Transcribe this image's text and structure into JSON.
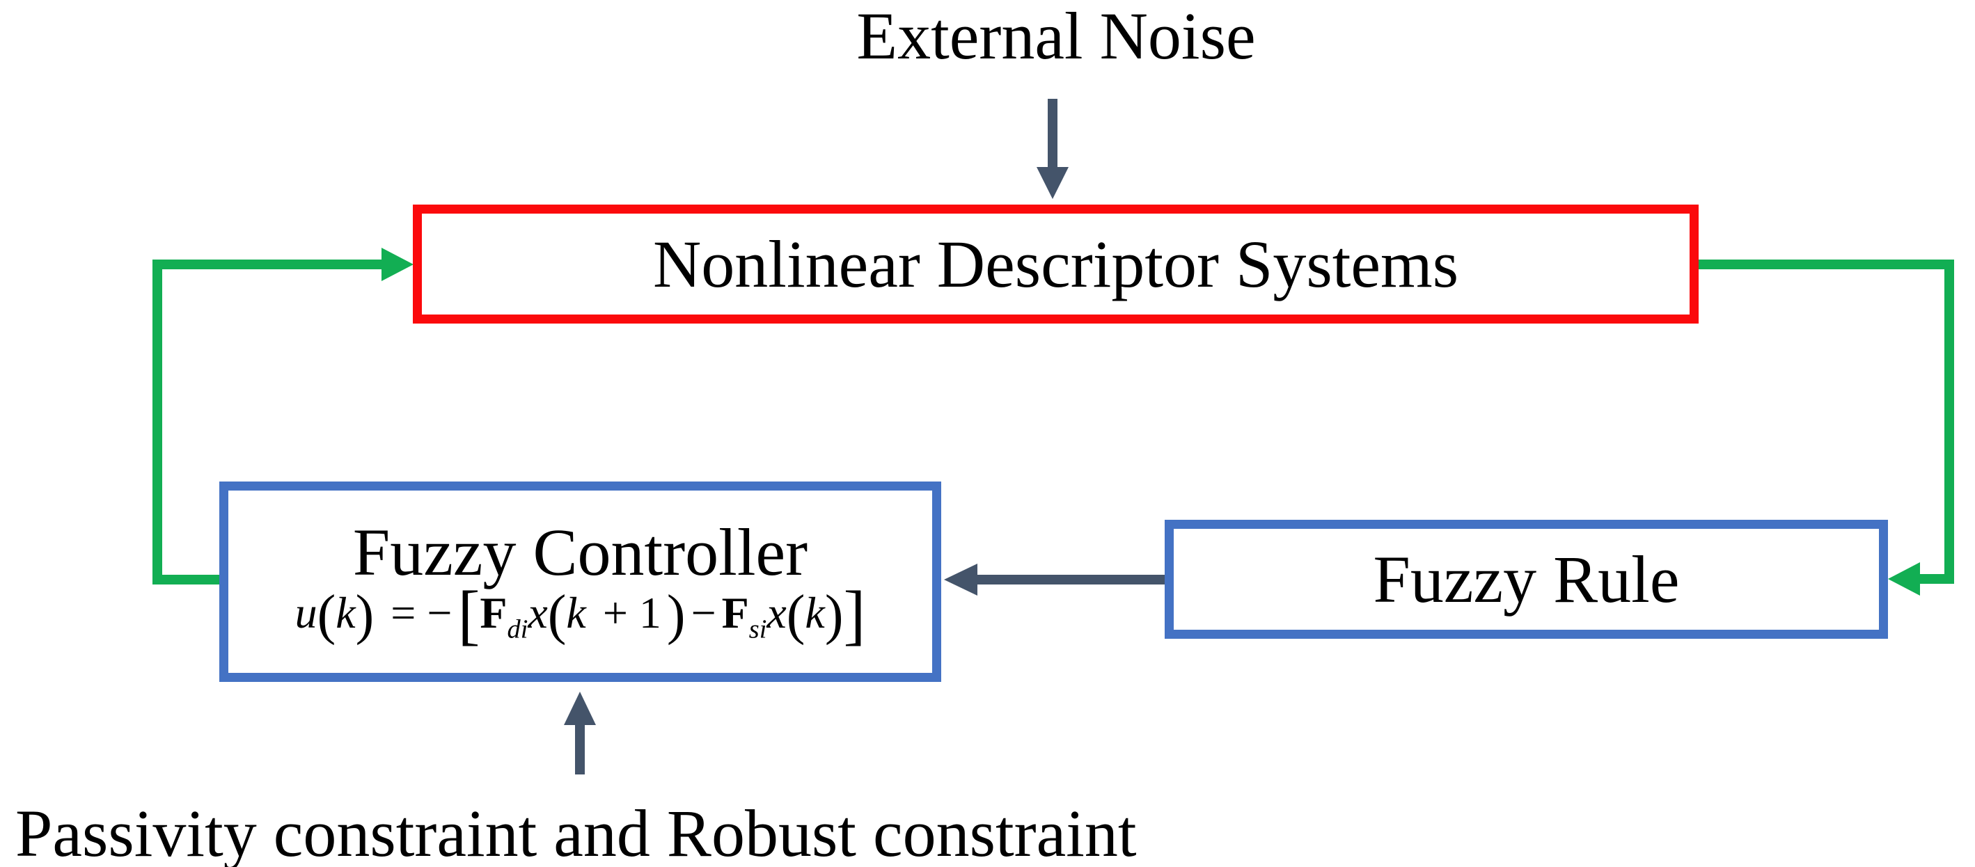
{
  "diagram": {
    "colors": {
      "red": "#fb0a0c",
      "green": "#12ae53",
      "blue": "#4472c4",
      "dark": "#44546a",
      "text": "#000000",
      "background": "#ffffff"
    },
    "labels": {
      "external_noise": "External Noise",
      "plant_box": "Nonlinear Descriptor Systems",
      "controller_title": "Fuzzy Controller",
      "rule_box": "Fuzzy Rule",
      "constraint_caption": "Passivity constraint and Robust constraint"
    },
    "formula": {
      "plain": "u(k) = −[Fdi x(k+1) − Fsi x(k)]",
      "tokens": [
        {
          "text": "u",
          "cls": "it"
        },
        {
          "text": "(",
          "cls": "par"
        },
        {
          "text": "k",
          "cls": "it"
        },
        {
          "text": ")",
          "cls": "par"
        },
        {
          "text": " = −",
          "cls": "op"
        },
        {
          "text": "[",
          "cls": "brk"
        },
        {
          "text": "F",
          "cls": "bf"
        },
        {
          "text": "di",
          "cls": "sub"
        },
        {
          "text": "x",
          "cls": "it"
        },
        {
          "text": "(",
          "cls": "par"
        },
        {
          "text": "k",
          "cls": "it"
        },
        {
          "text": " + 1",
          "cls": "op"
        },
        {
          "text": ")",
          "cls": "par"
        },
        {
          "text": "−",
          "cls": "op"
        },
        {
          "text": "F",
          "cls": "bf"
        },
        {
          "text": "si",
          "cls": "sub"
        },
        {
          "text": "x",
          "cls": "it"
        },
        {
          "text": "(",
          "cls": "par"
        },
        {
          "text": "k",
          "cls": "it"
        },
        {
          "text": ")",
          "cls": "par"
        },
        {
          "text": "]",
          "cls": "brk"
        }
      ]
    },
    "connectors": [
      {
        "name": "external-noise-arrow",
        "from": "External Noise",
        "to": "Nonlinear Descriptor Systems",
        "color": "dark"
      },
      {
        "name": "controller-to-plant-feedback",
        "from": "Fuzzy Controller",
        "to": "Nonlinear Descriptor Systems",
        "color": "green"
      },
      {
        "name": "plant-to-rule-feedback",
        "from": "Nonlinear Descriptor Systems",
        "to": "Fuzzy Rule",
        "color": "green"
      },
      {
        "name": "rule-to-controller-arrow",
        "from": "Fuzzy Rule",
        "to": "Fuzzy Controller",
        "color": "dark"
      },
      {
        "name": "constraint-arrow",
        "from": "Passivity constraint and Robust constraint",
        "to": "Fuzzy Controller",
        "color": "dark"
      }
    ]
  }
}
